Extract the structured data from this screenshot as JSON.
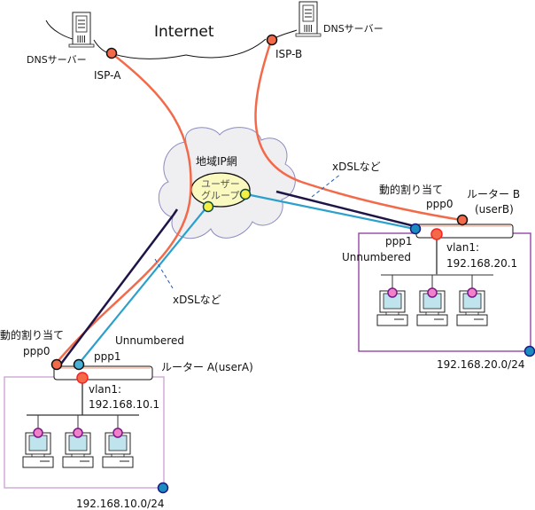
{
  "internet": {
    "label": "Internet"
  },
  "dns_servers": [
    {
      "label": "DNSサーバー",
      "isp": "ISP-A"
    },
    {
      "label": "DNSサーバー",
      "isp": "ISP-B"
    }
  ],
  "regional_network": {
    "label": "地域IP網",
    "user_group": "ユーザー\nグループ",
    "user_group_line1": "ユーザー",
    "user_group_line2": "グループ"
  },
  "links": {
    "left_label": "xDSLなど",
    "right_label": "xDSLなど"
  },
  "router_a": {
    "name": "ルーター A(userA)",
    "ppp0": "ppp0",
    "ppp0_note": "動的割り当て",
    "ppp1": "ppp1",
    "ppp1_note": "Unnumbered",
    "vlan_label": "vlan1:",
    "vlan_ip": "192.168.10.1",
    "subnet": "192.168.10.0/24"
  },
  "router_b": {
    "name_line1": "ルーター B",
    "name_line2": "(userB)",
    "ppp0": "ppp0",
    "ppp0_note": "動的割り当て",
    "ppp1": "ppp1",
    "ppp1_note": "Unnumbered",
    "vlan_label": "vlan1:",
    "vlan_ip": "192.168.20.1",
    "subnet": "192.168.20.0/24"
  },
  "colors": {
    "isp_line": "#f26a4a",
    "pppoe_dark": "#1e1446",
    "pppoe_blue": "#2ba0cc",
    "lan_box_a": "#c9a0d0",
    "lan_box_b": "#8a3a9a",
    "node_pink": "#f080c8",
    "node_yellow": "#f4f040",
    "cloud_fill": "#efeff2",
    "cloud_stroke": "#8c8cc0",
    "ellipse_fill": "#fafac0"
  }
}
